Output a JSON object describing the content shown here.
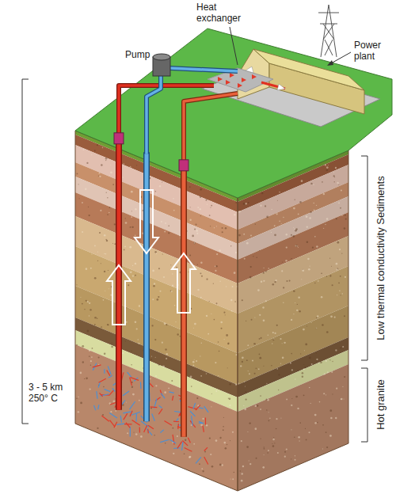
{
  "diagram": {
    "labels": [
      "Heat exchanger",
      "Power plant",
      "Pump",
      "Low thermal conductivity Sediments",
      "Hot granite",
      "3 - 5 km 250° C"
    ]
  }
}
